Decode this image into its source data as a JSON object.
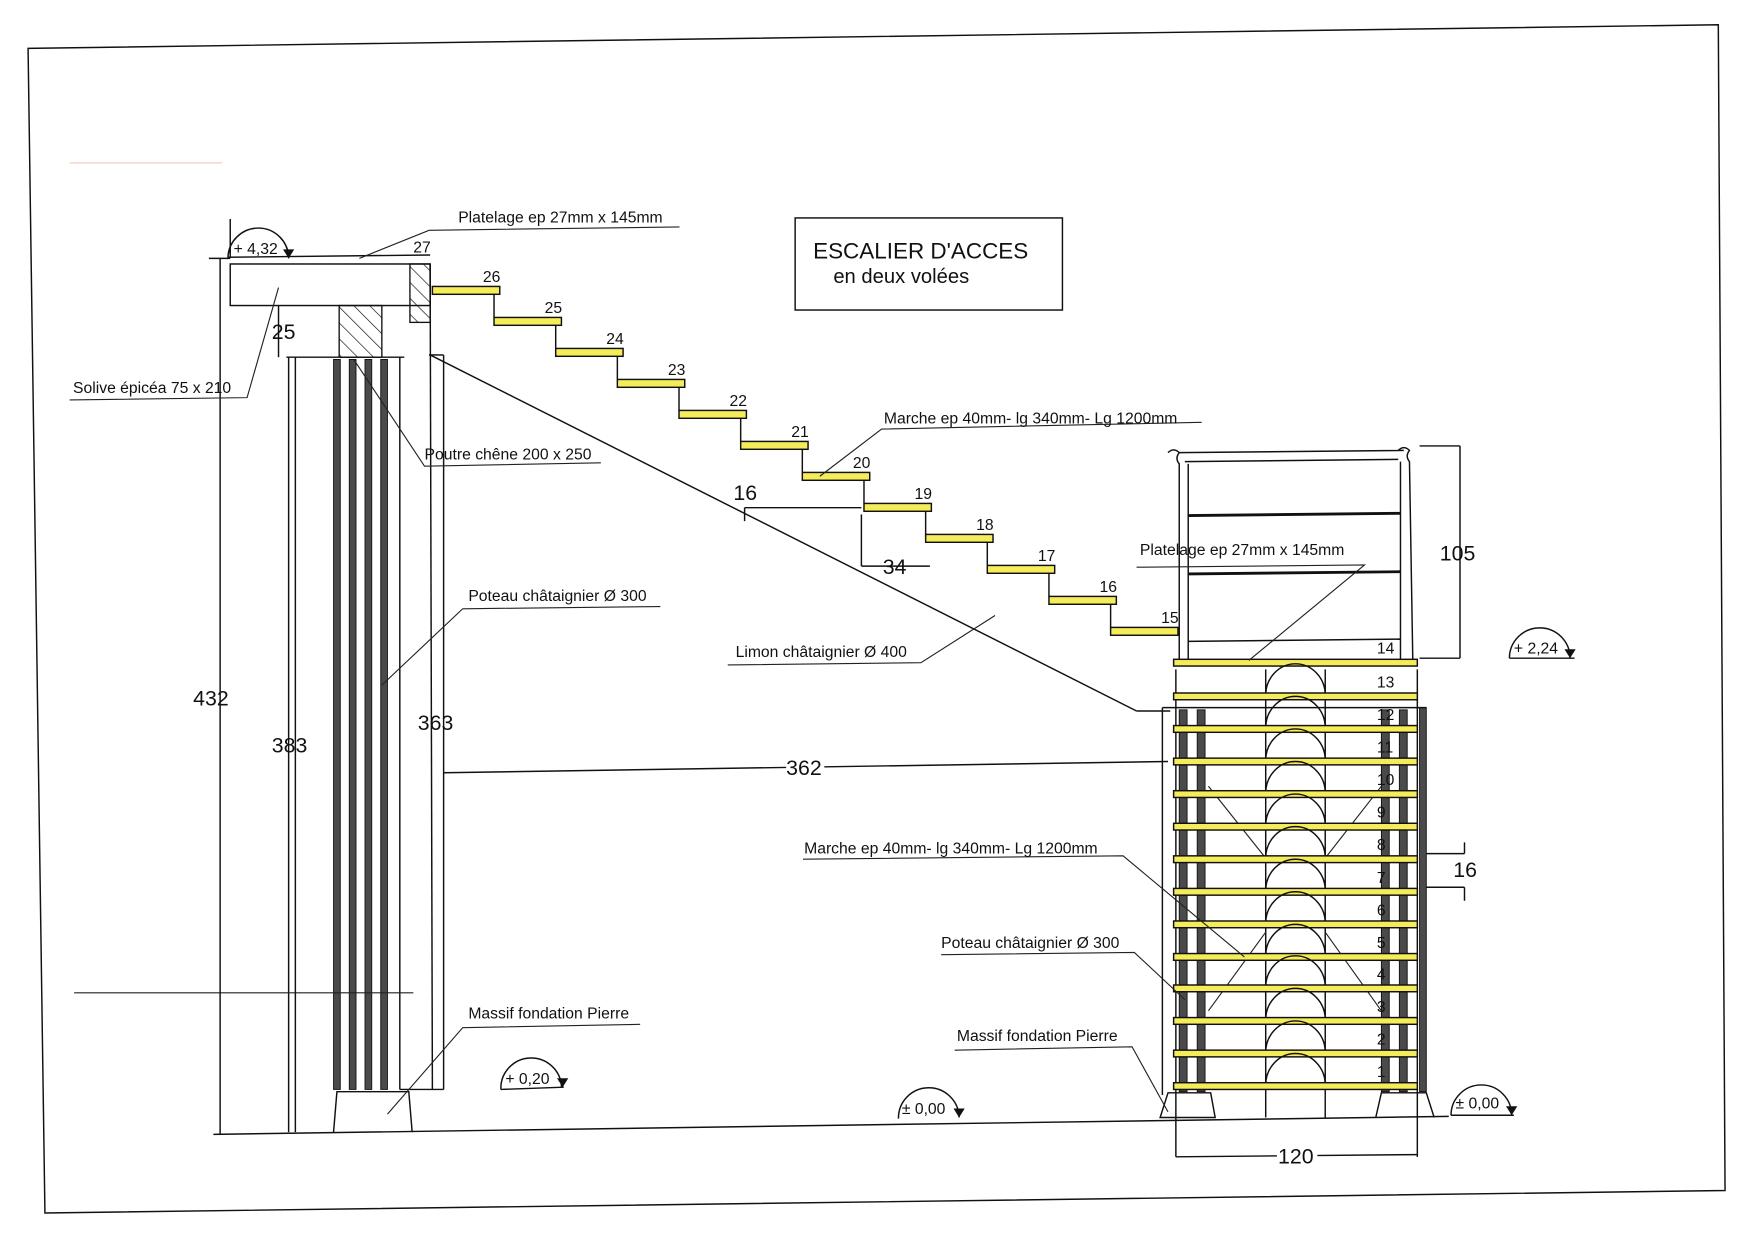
{
  "title": {
    "line1": "ESCALIER  D'ACCES",
    "line2": "en deux volées"
  },
  "labels": {
    "platelage_top": "Platelage ep 27mm x 145mm",
    "solive": "Solive épicéa 75 x 210",
    "poutre": "Poutre chêne 200 x 250",
    "poteau_left": "Poteau châtaignier Ø 300",
    "massif_left": "Massif fondation Pierre",
    "marche_upper": "Marche ep 40mm- lg 340mm- Lg 1200mm",
    "limon": "Limon châtaignier Ø 400",
    "platelage_right": "Platelage ep 27mm x 145mm",
    "marche_lower": "Marche ep 40mm- lg 340mm- Lg 1200mm",
    "poteau_right": "Poteau châtaignier Ø 300",
    "massif_right": "Massif fondation Pierre"
  },
  "levels": {
    "top": "+ 4,32",
    "landing": "+ 2,24",
    "left_ground": "+ 0,20",
    "ground_mid": "± 0,00",
    "ground_right": "± 0,00"
  },
  "dimensions": {
    "d432": "432",
    "d383": "383",
    "d363": "363",
    "d25": "25",
    "d362": "362",
    "d16_upper": "16",
    "d34": "34",
    "d105": "105",
    "d16_right": "16",
    "d120": "120"
  },
  "upper_steps": [
    "27",
    "26",
    "25",
    "24",
    "23",
    "22",
    "21",
    "20",
    "19",
    "18",
    "17",
    "16",
    "15"
  ],
  "lower_steps": [
    "14",
    "13",
    "12",
    "11",
    "10",
    "9",
    "8",
    "7",
    "6",
    "5",
    "4",
    "3",
    "2",
    "1"
  ],
  "colors": {
    "tread": "#f5ec5a",
    "post": "#4a4a4a"
  }
}
